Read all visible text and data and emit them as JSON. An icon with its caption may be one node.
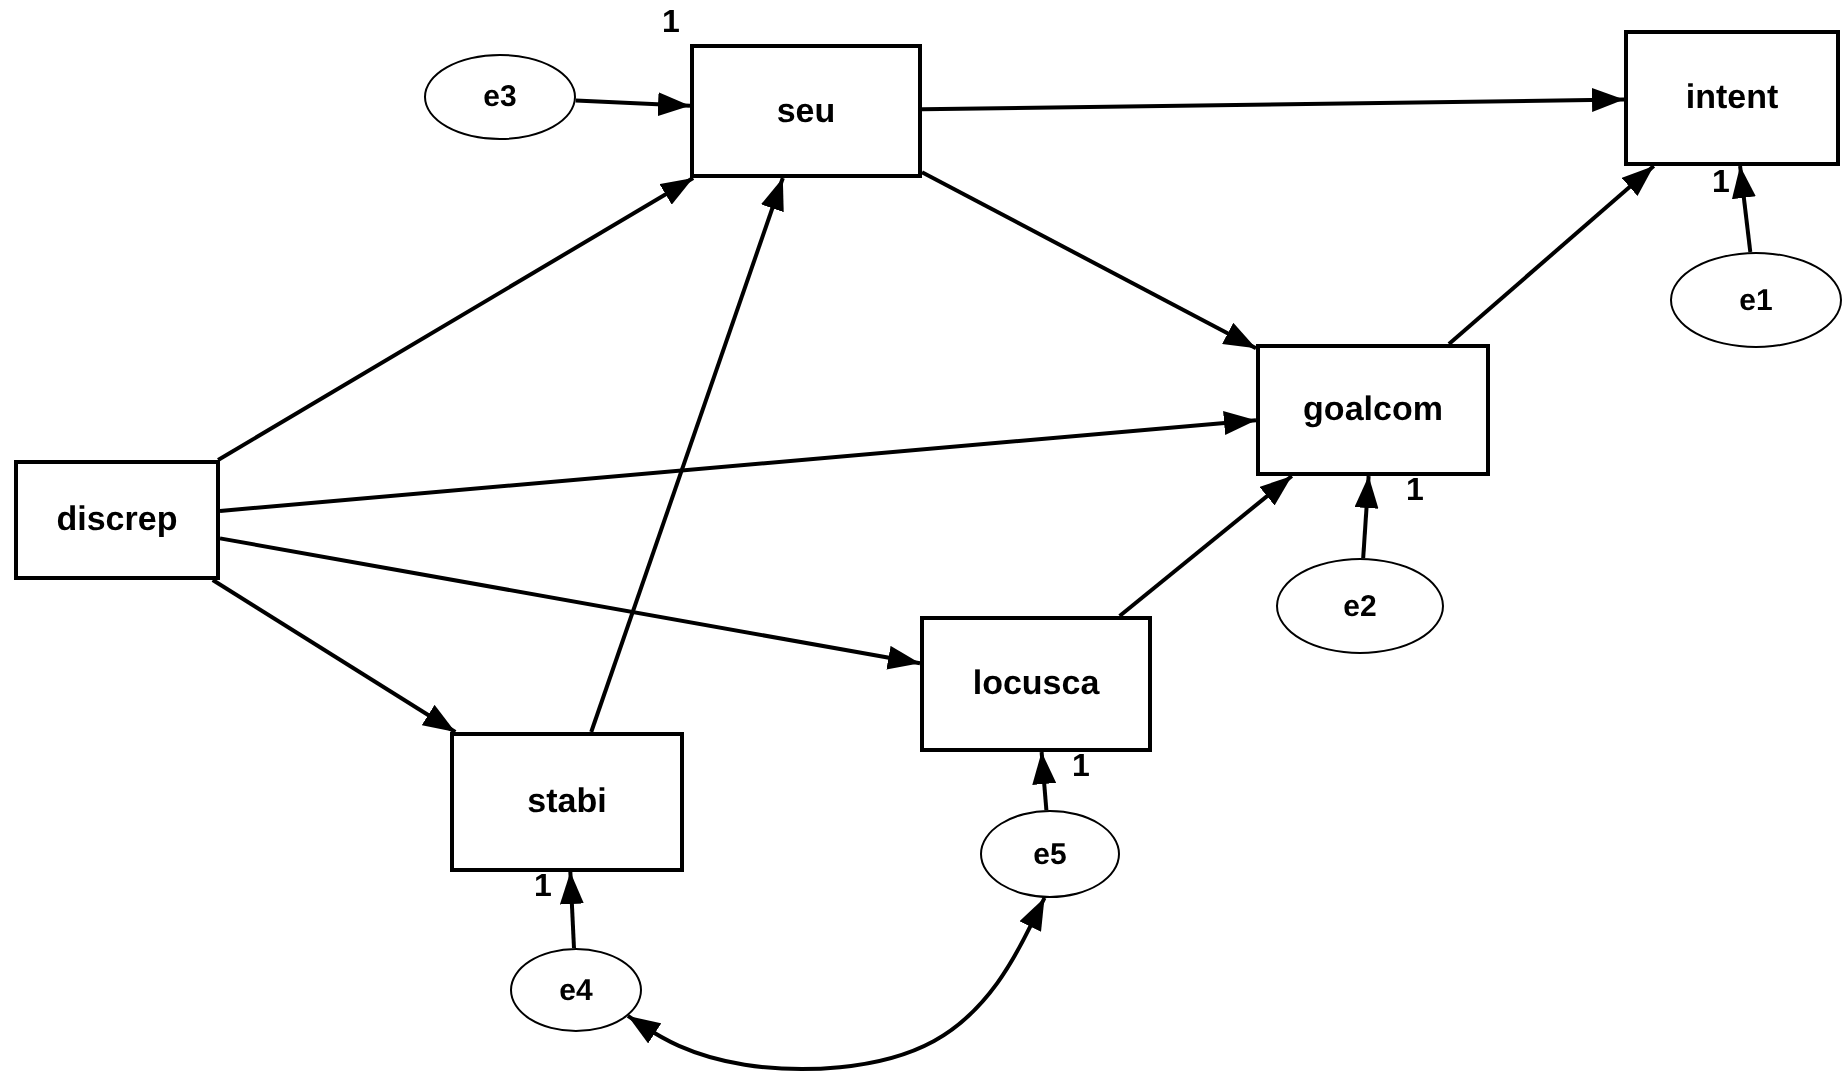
{
  "diagram": {
    "nodes": [
      {
        "text": [
          "e3"
        ]
      },
      {
        "text": [
          "seu"
        ]
      },
      {
        "text": [
          "intent"
        ]
      },
      {
        "text": [
          "e1"
        ]
      },
      {
        "text": [
          "discrep"
        ]
      },
      {
        "text": [
          "goalcom"
        ]
      },
      {
        "text": [
          "e2"
        ]
      },
      {
        "text": [
          "locusca"
        ]
      },
      {
        "text": [
          "stabi"
        ]
      },
      {
        "text": [
          "e5"
        ]
      },
      {
        "text": [
          "e4"
        ]
      }
    ],
    "edges": [
      {
        "from": 0,
        "to": 1,
        "arrow": "to",
        "label": "1"
      },
      {
        "from": 1,
        "to": 2,
        "arrow": "to"
      },
      {
        "from": 1,
        "to": 5,
        "arrow": "to"
      },
      {
        "from": 5,
        "to": 2,
        "arrow": "to"
      },
      {
        "from": 3,
        "to": 2,
        "arrow": "to",
        "label": "1"
      },
      {
        "from": 4,
        "to": 1,
        "arrow": "to"
      },
      {
        "from": 4,
        "to": 5,
        "arrow": "to"
      },
      {
        "from": 4,
        "to": 8,
        "arrow": "to"
      },
      {
        "from": 4,
        "to": 7,
        "arrow": "to"
      },
      {
        "from": 8,
        "to": 1,
        "arrow": "to"
      },
      {
        "from": 7,
        "to": 5,
        "arrow": "to"
      },
      {
        "from": 6,
        "to": 5,
        "arrow": "to",
        "label": "1"
      },
      {
        "from": 9,
        "to": 7,
        "arrow": "to",
        "label": "1"
      },
      {
        "from": 10,
        "to": 8,
        "arrow": "to",
        "label": "1"
      },
      {
        "from": 10,
        "to": 9,
        "arrow": "both"
      }
    ]
  }
}
